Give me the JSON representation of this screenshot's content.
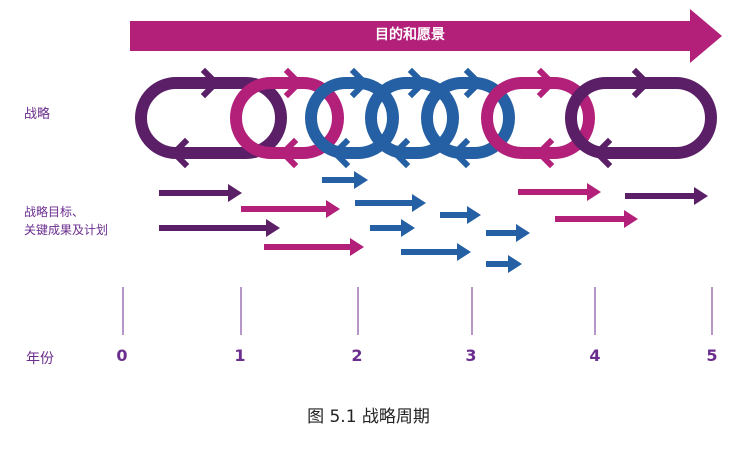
{
  "banner": {
    "label": "目的和愿景"
  },
  "rows": {
    "strategy": "战略",
    "objectives_line1": "战略目标、",
    "objectives_line2": "关键成果及计划"
  },
  "years": {
    "label": "年份",
    "ticks": [
      "0",
      "1",
      "2",
      "3",
      "4",
      "5"
    ]
  },
  "caption": "图 5.1  战略周期",
  "colors": {
    "purple": "#5a1f66",
    "magenta": "#b2207a",
    "blue": "#2660a4",
    "text": "#6b2d8e"
  }
}
